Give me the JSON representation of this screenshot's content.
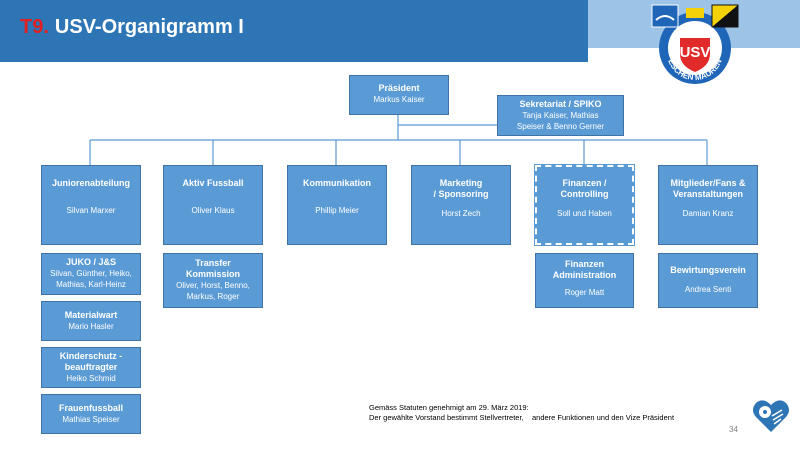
{
  "header": {
    "number": "T9.",
    "title": "USV-Organigramm I"
  },
  "logo": {
    "text_top": "USV",
    "text_ring": "ESCHEN MAUREN",
    "colors": {
      "blue": "#1f66b8",
      "red": "#e12a2a",
      "yellow": "#f5d10a",
      "black": "#111111"
    }
  },
  "org": {
    "president": {
      "title": "Präsident",
      "name": "Markus Kaiser"
    },
    "secretariat": {
      "title": "Sekretariat / SPIKO",
      "names": [
        "Tanja Kaiser, Mathias",
        "Speiser & Benno Gerner"
      ]
    },
    "departments": [
      {
        "title": [
          "Juniorenabteilung"
        ],
        "name": "Silvan Marxer"
      },
      {
        "title": [
          "Aktiv Fussball"
        ],
        "name": "Oliver Klaus"
      },
      {
        "title": [
          "Kommunikation"
        ],
        "name": "Phillip Meier"
      },
      {
        "title": [
          "Marketing",
          "/ Sponsoring"
        ],
        "name": "Horst Zech"
      },
      {
        "title": [
          "Finanzen /",
          "Controlling"
        ],
        "name": "Soll und Haben"
      },
      {
        "title": [
          "Mitglieder/Fans &",
          "Veranstaltungen"
        ],
        "name": "Damian Kranz"
      }
    ],
    "junior_sub": [
      {
        "title": [
          "JUKO / J&S"
        ],
        "names": [
          "Silvan, Günther, Heiko,",
          "Mathias, Karl-Heinz"
        ]
      },
      {
        "title": [
          "Materialwart"
        ],
        "names": [
          "Mario Hasler"
        ]
      },
      {
        "title": [
          "Kinderschutz -",
          "beauftragter"
        ],
        "names": [
          "Heiko Schmid"
        ]
      },
      {
        "title": [
          "Frauenfussball"
        ],
        "names": [
          "Mathias Speiser"
        ]
      }
    ],
    "aktiv_sub": {
      "title": [
        "Transfer",
        "Kommission"
      ],
      "names": [
        "Oliver, Horst, Benno,",
        "Markus, Roger"
      ]
    },
    "finanzen_sub": {
      "title": [
        "Finanzen",
        "Administration"
      ],
      "names": [
        "Roger Matt"
      ]
    },
    "mitglieder_sub": {
      "title": [
        "Bewirtungsverein"
      ],
      "names": [
        "Andrea Senti"
      ]
    }
  },
  "footnote": {
    "line1": "Gemäss Statuten genehmigt am 29. März 2019:",
    "line2": "Der gewählte Vorstand bestimmt Stellvertreter,    andere Funktionen und den Vize Präsident"
  },
  "page_number": "34",
  "colors": {
    "header": "#2e75b6",
    "header_light": "#9dc3e6",
    "box": "#5b9bd5",
    "box_border": "#3f73a8",
    "line": "#5b9bd5"
  }
}
